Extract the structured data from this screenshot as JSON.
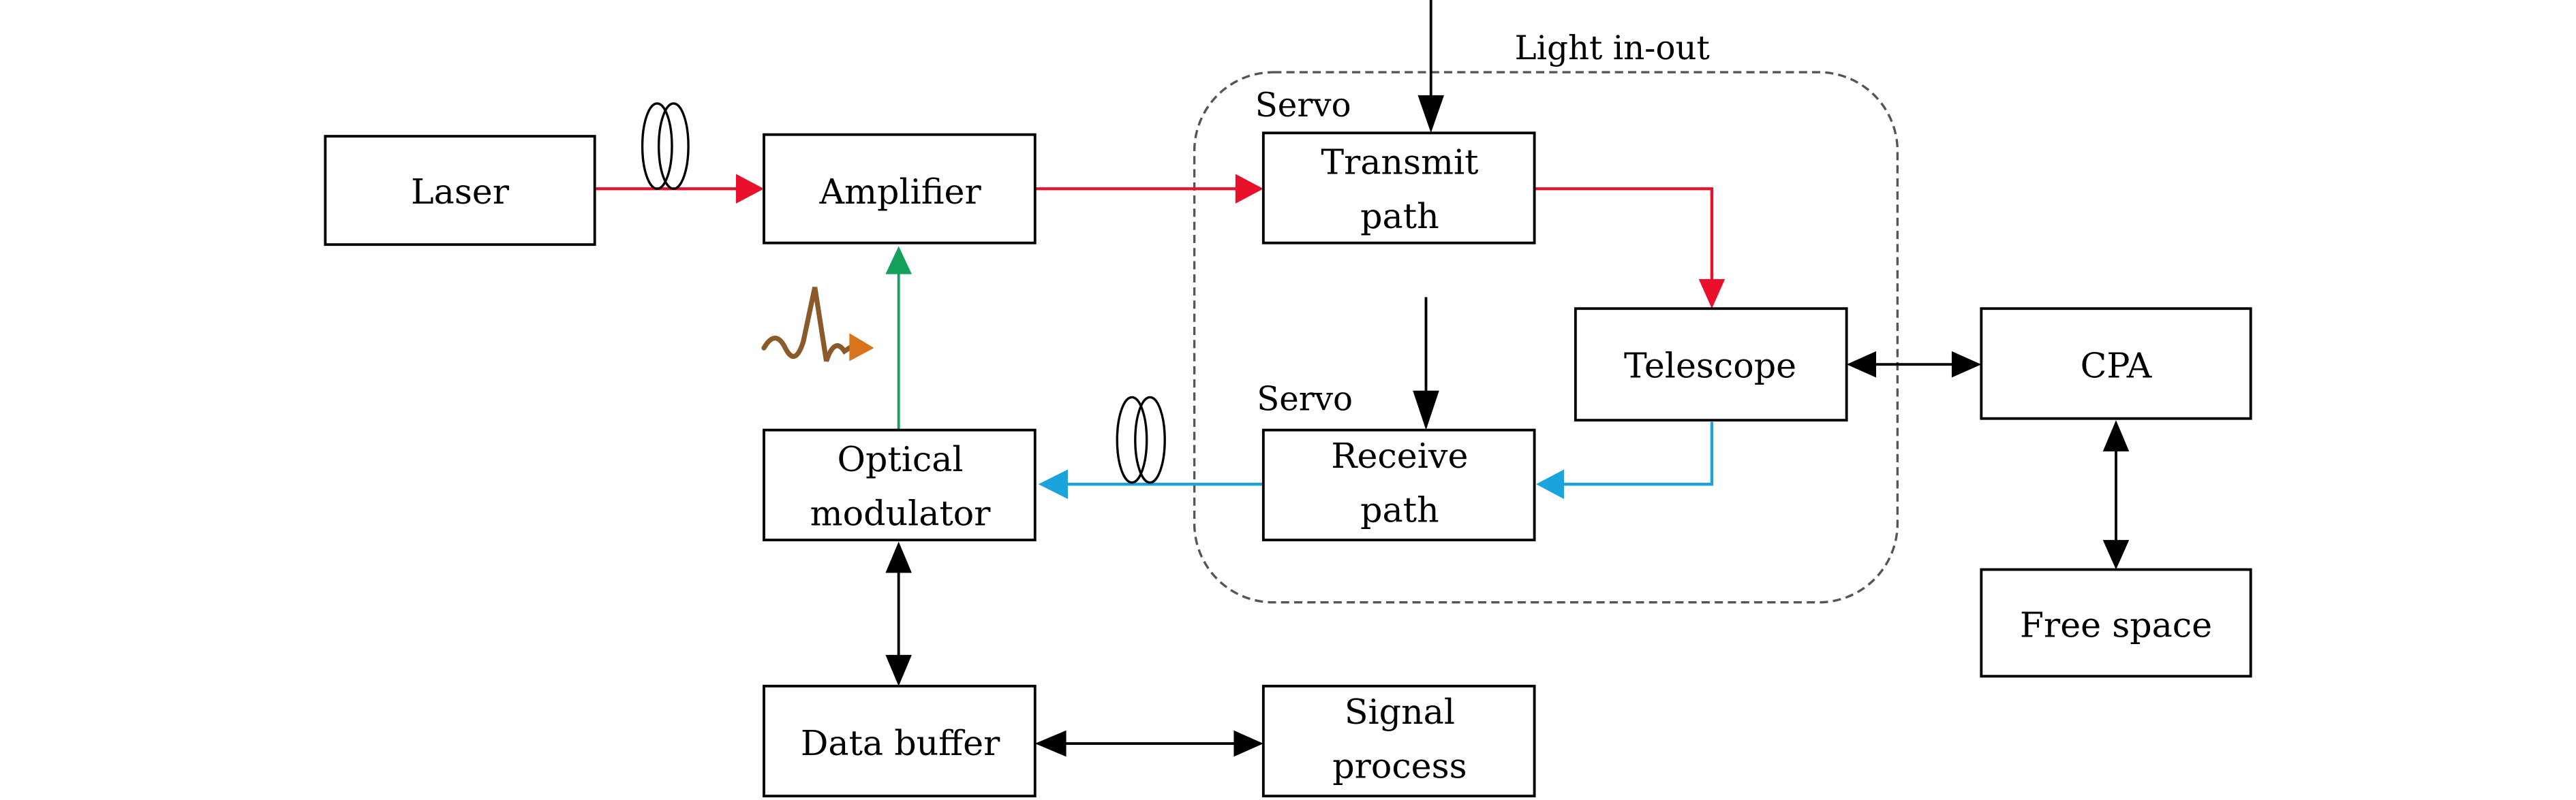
{
  "diagram": {
    "nodes": {
      "laser": "Laser",
      "amplifier": "Amplifier",
      "transmit_1": "Transmit",
      "transmit_2": "path",
      "telescope": "Telescope",
      "cpa": "CPA",
      "free_space": "Free space",
      "receive_1": "Receive",
      "receive_2": "path",
      "optical_1": "Optical",
      "optical_2": "modulator",
      "data_buffer": "Data buffer",
      "signal_1": "Signal",
      "signal_2": "process"
    },
    "labels": {
      "group": "Light in-out",
      "servo_top": "Servo",
      "servo_bottom": "Servo"
    },
    "colors": {
      "transmit": "#e8102a",
      "receive": "#1ba3dc",
      "modulation": "#12a05a",
      "control": "#000000"
    },
    "edges": [
      {
        "from": "Laser",
        "to": "Amplifier",
        "type": "fiber",
        "color": "red"
      },
      {
        "from": "Amplifier",
        "to": "Transmit path",
        "color": "red"
      },
      {
        "from": "Transmit path",
        "to": "Telescope",
        "color": "red"
      },
      {
        "from": "Telescope",
        "to": "Receive path",
        "color": "blue"
      },
      {
        "from": "Receive path",
        "to": "Optical modulator",
        "type": "fiber",
        "color": "blue"
      },
      {
        "from": "Optical modulator",
        "to": "Amplifier",
        "color": "green"
      },
      {
        "from": "Telescope",
        "to": "CPA",
        "bidirectional": true
      },
      {
        "from": "CPA",
        "to": "Free space",
        "bidirectional": true
      },
      {
        "from": "Optical modulator",
        "to": "Data buffer",
        "bidirectional": true
      },
      {
        "from": "Data buffer",
        "to": "Signal process",
        "bidirectional": true
      },
      {
        "from": "Servo (top)",
        "to": "Transmit path"
      },
      {
        "from": "Servo (bottom)",
        "to": "Receive path"
      }
    ]
  }
}
